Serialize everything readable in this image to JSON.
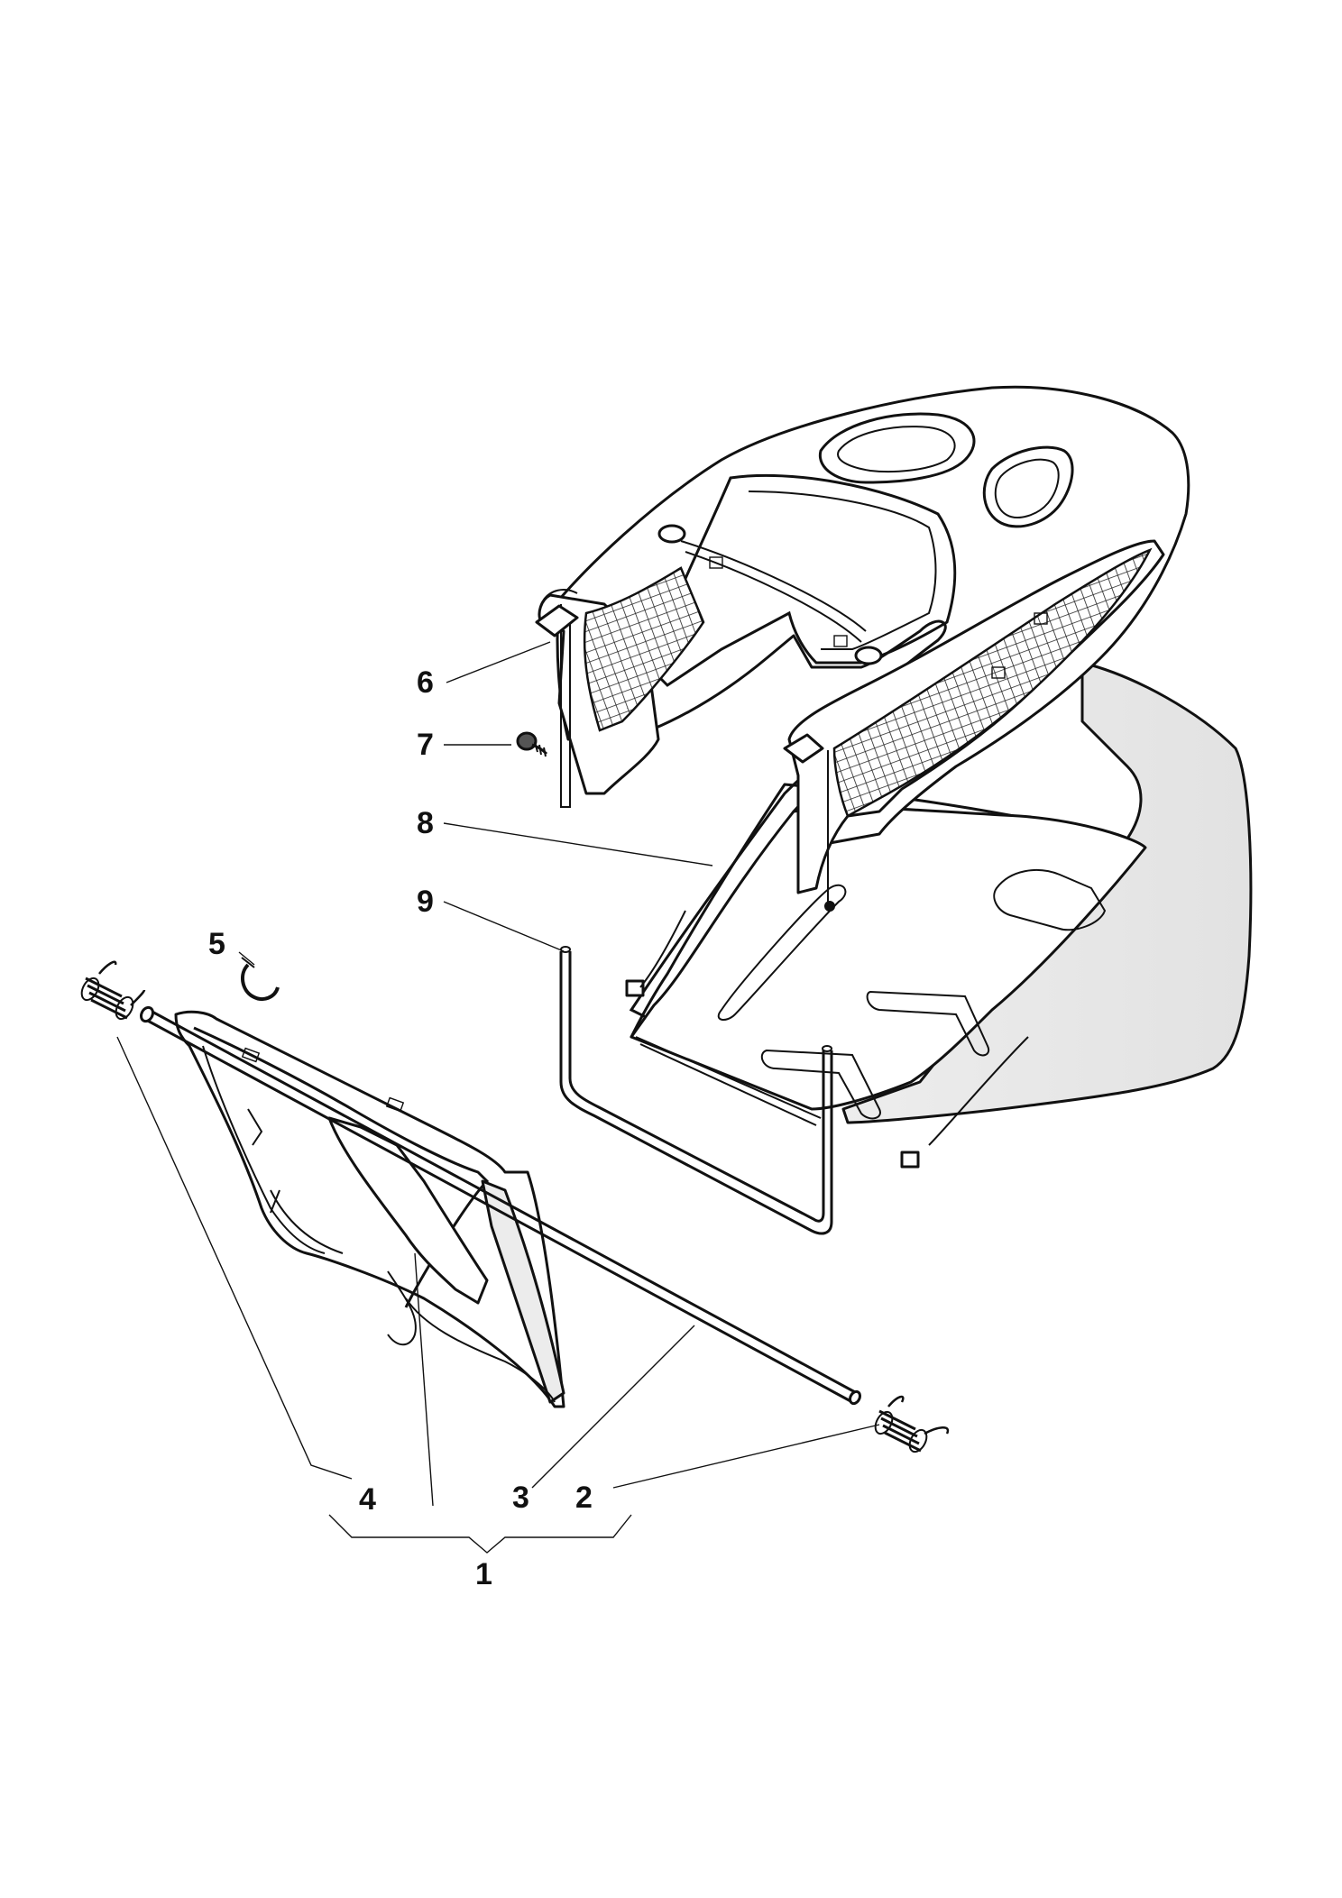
{
  "diagram": {
    "type": "exploded parts diagram",
    "callouts": [
      {
        "id": "1",
        "label": "1"
      },
      {
        "id": "2",
        "label": "2"
      },
      {
        "id": "3",
        "label": "3"
      },
      {
        "id": "4",
        "label": "4"
      },
      {
        "id": "5",
        "label": "5"
      },
      {
        "id": "6",
        "label": "6"
      },
      {
        "id": "7",
        "label": "7"
      },
      {
        "id": "8",
        "label": "8"
      },
      {
        "id": "9",
        "label": "9"
      }
    ],
    "parts": [
      {
        "ref": "1",
        "depicts": "rear flap assembly",
        "icon": "flap-assembly-bracket"
      },
      {
        "ref": "2",
        "depicts": "right torsion spring",
        "icon": "spring-icon"
      },
      {
        "ref": "3",
        "depicts": "flap axle rod",
        "icon": "rod-icon"
      },
      {
        "ref": "4",
        "depicts": "left torsion spring",
        "icon": "spring-icon"
      },
      {
        "ref": "5",
        "depicts": "retaining clip",
        "icon": "clip-icon"
      },
      {
        "ref": "6",
        "depicts": "grass catcher top cover with mesh",
        "icon": "cover-icon"
      },
      {
        "ref": "7",
        "depicts": "screw",
        "icon": "screw-icon"
      },
      {
        "ref": "8",
        "depicts": "grass catcher bag",
        "icon": "bag-icon"
      },
      {
        "ref": "9",
        "depicts": "U-shaped frame",
        "icon": "frame-icon"
      }
    ]
  }
}
